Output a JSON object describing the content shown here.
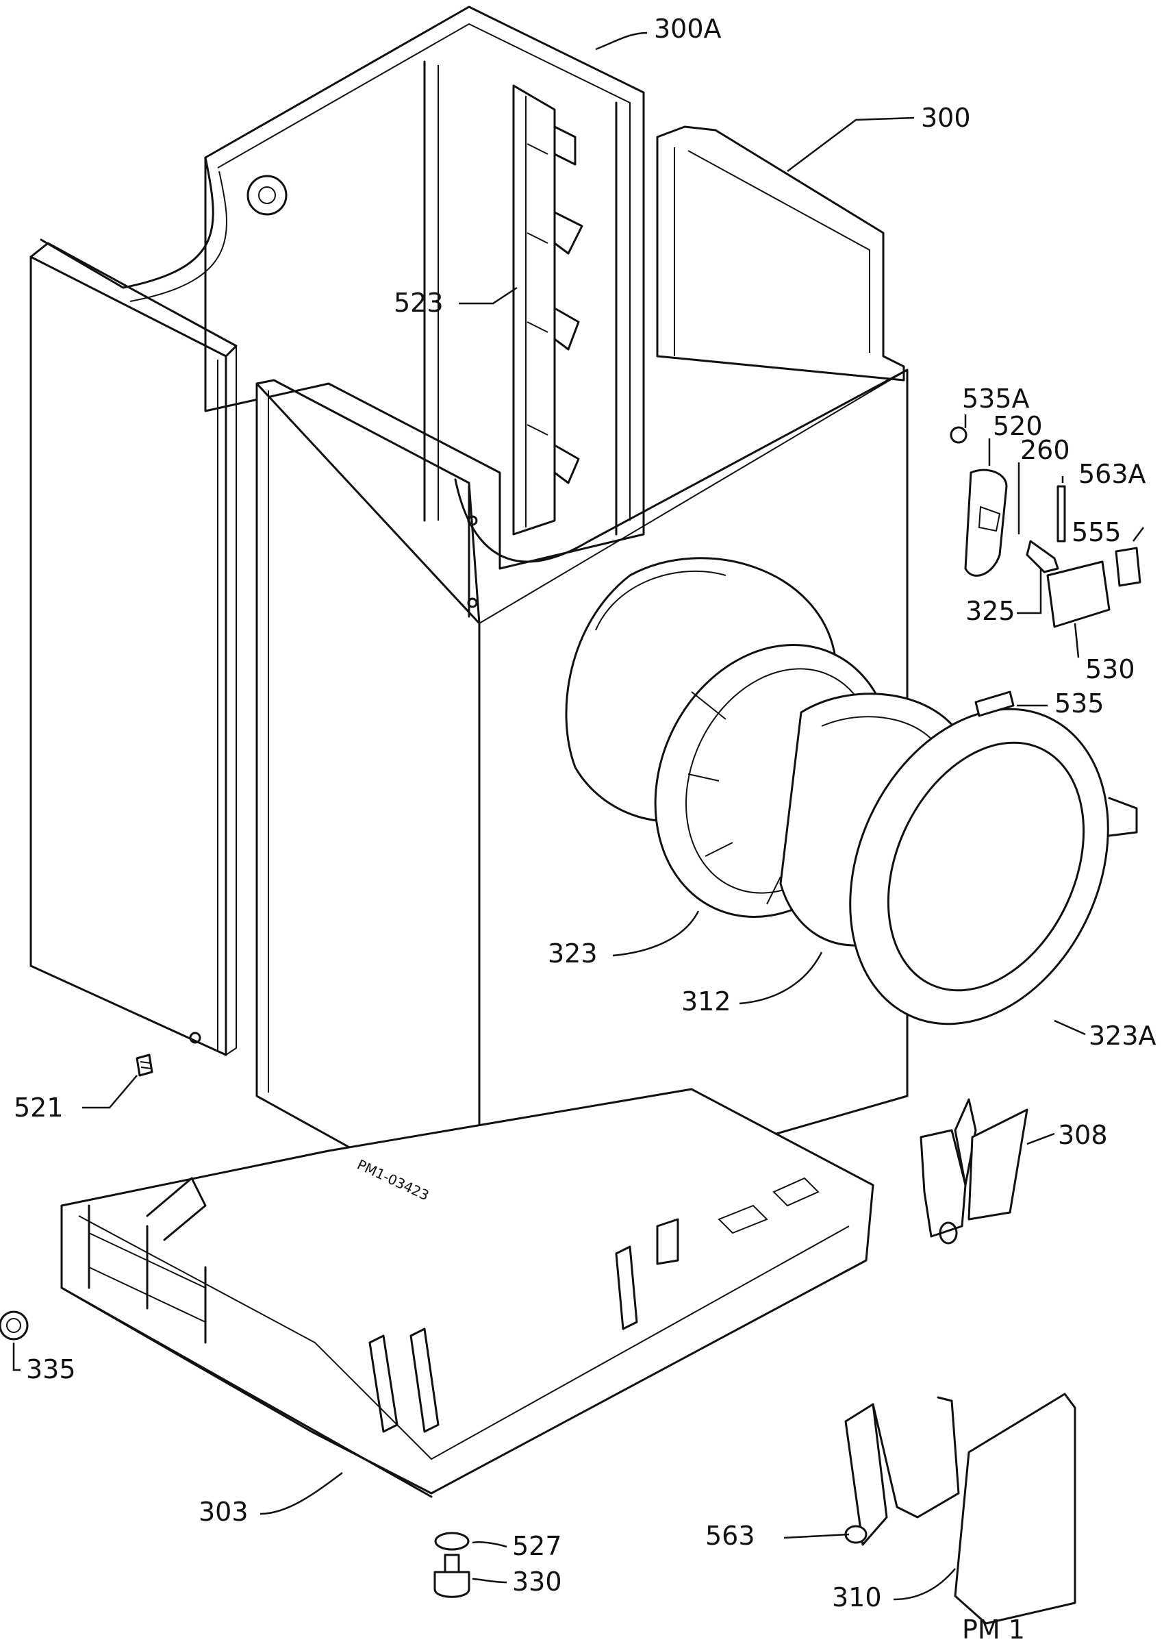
{
  "labels": {
    "l300a": "300A",
    "l300": "300",
    "l523": "523",
    "l535a": "535A",
    "l520": "520",
    "l260": "260",
    "l563a": "563A",
    "l555": "555",
    "l325": "325",
    "l530": "530",
    "l535": "535",
    "l323": "323",
    "l312": "312",
    "l323a": "323A",
    "l521": "521",
    "l308": "308",
    "l335": "335",
    "l303": "303",
    "l527": "527",
    "l330": "330",
    "l563": "563",
    "l310": "310"
  },
  "drawing_code": "PM1-03423",
  "page_code": "PM 1"
}
